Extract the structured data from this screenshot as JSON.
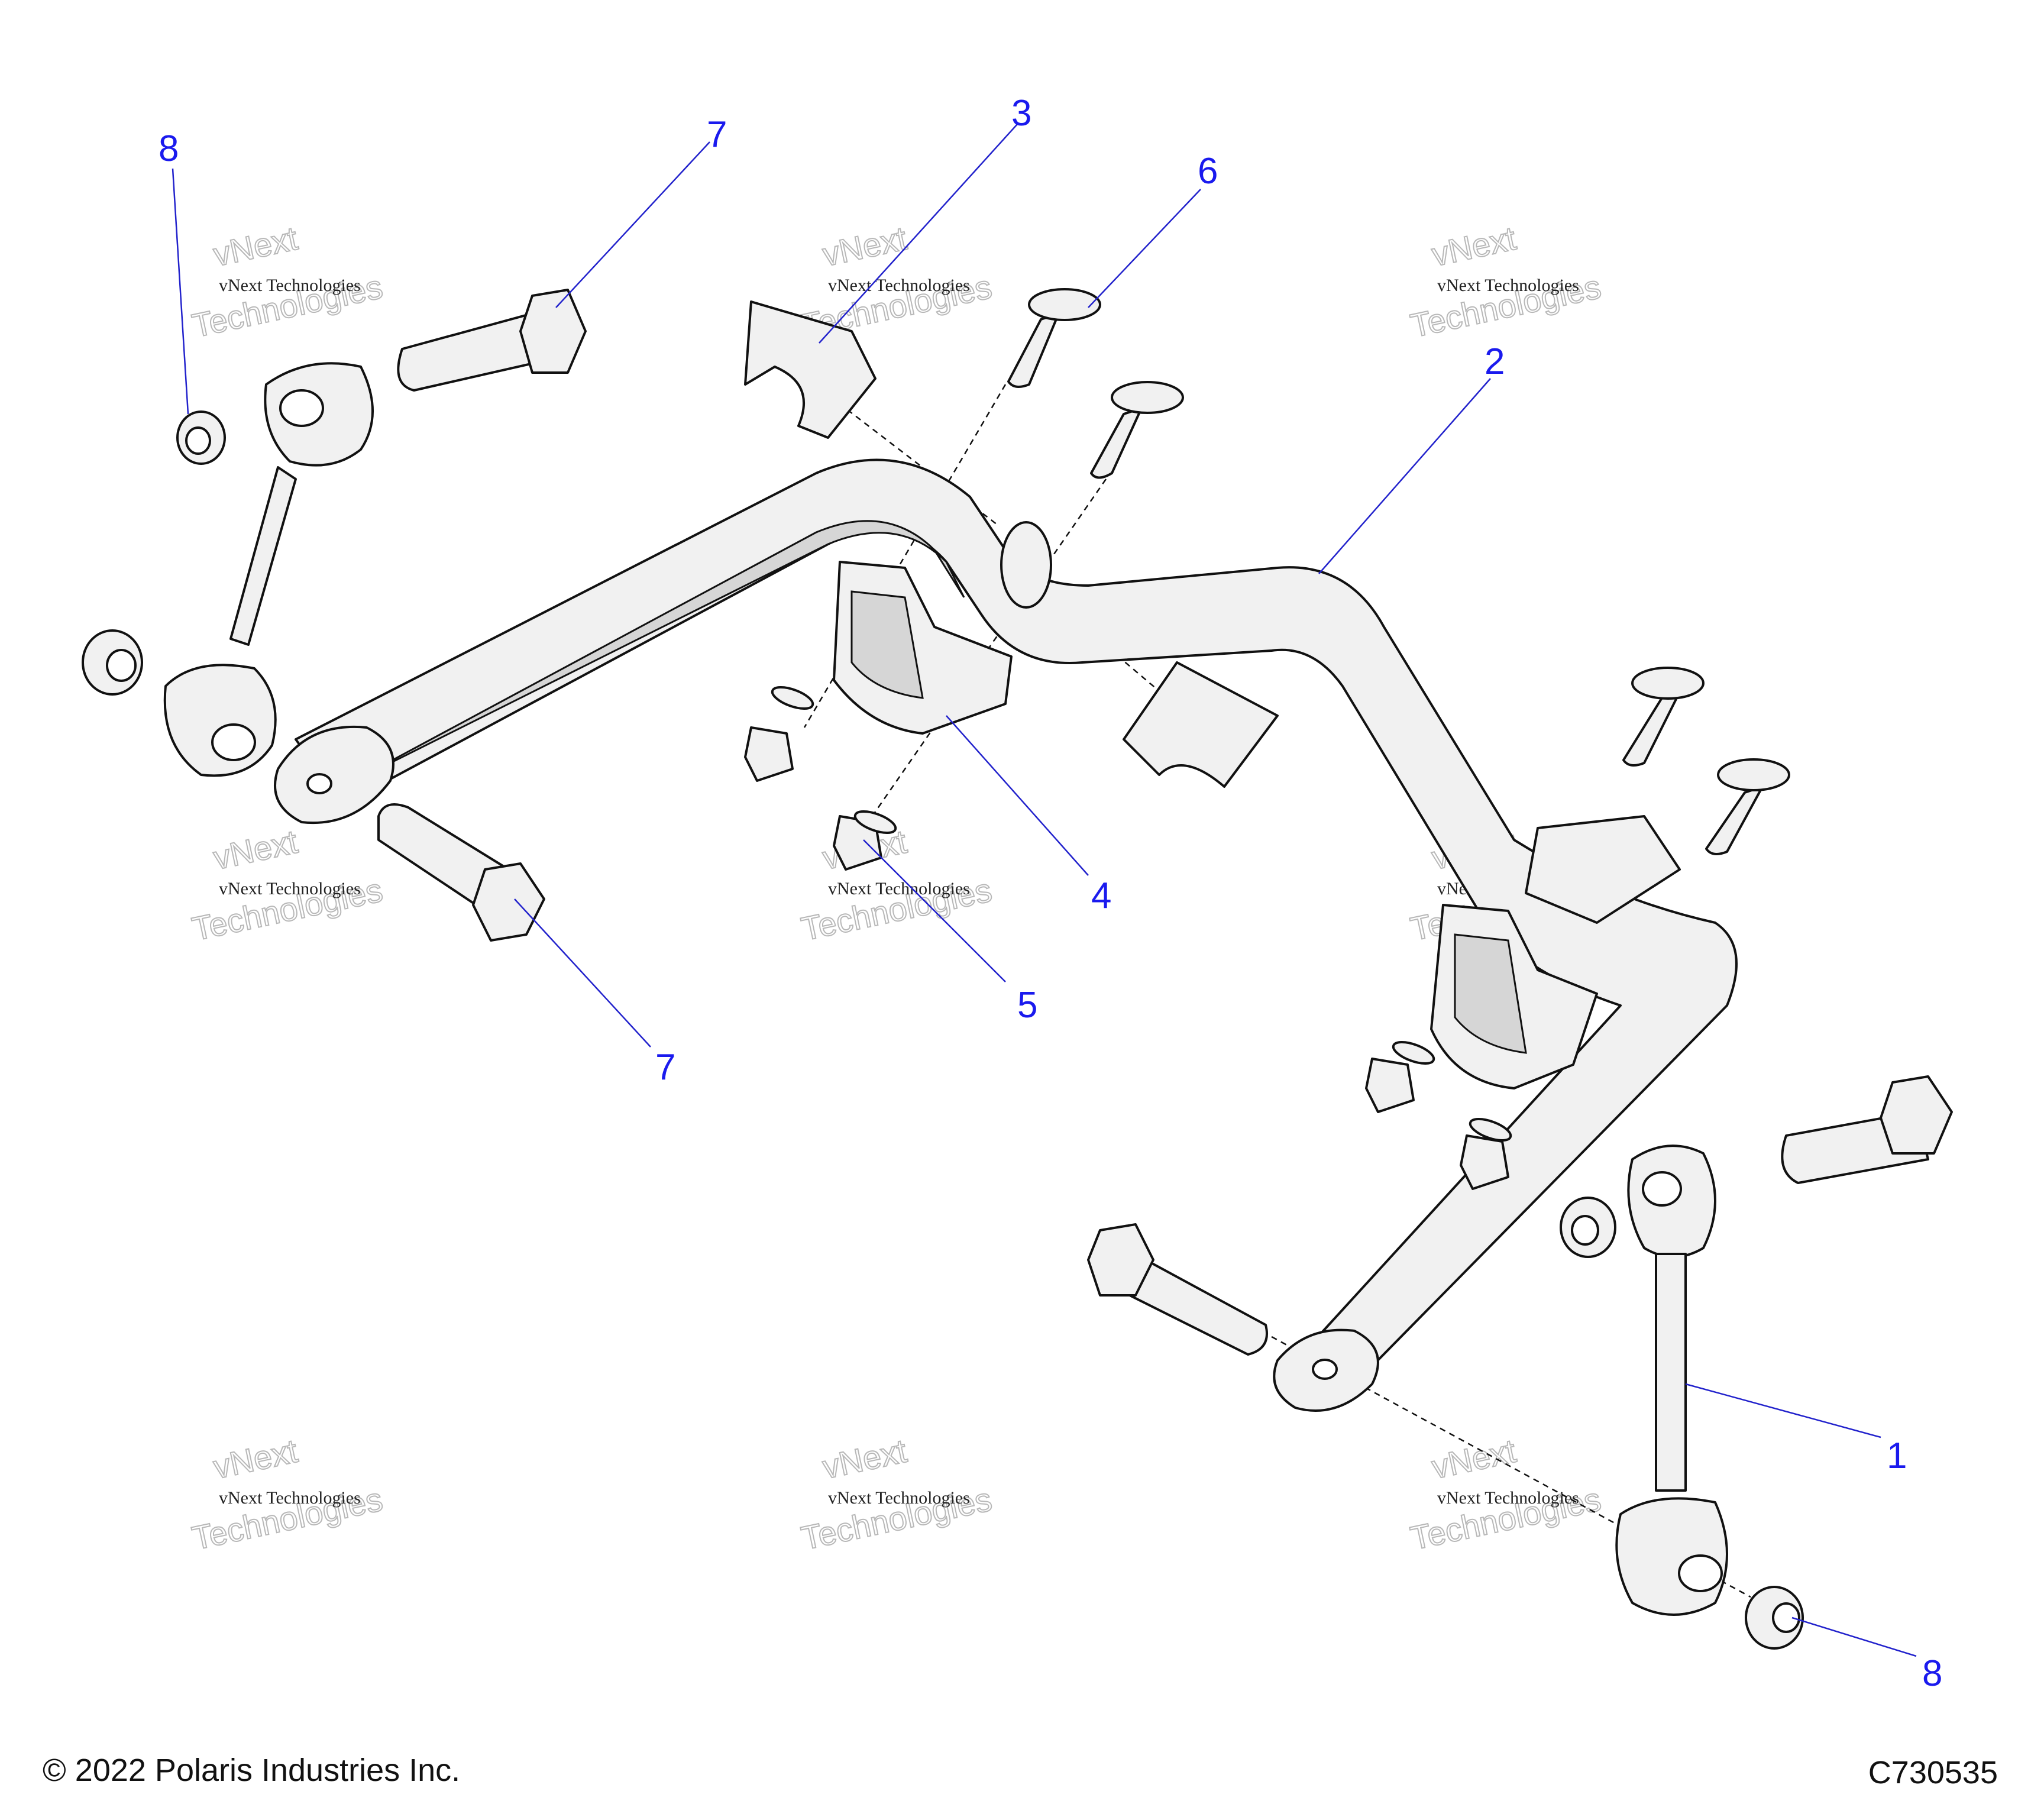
{
  "diagram": {
    "callouts": [
      "8",
      "7",
      "3",
      "6",
      "2",
      "4",
      "5",
      "7",
      "1",
      "8"
    ],
    "watermark": {
      "line1": "vNext Technologies",
      "line2": "vNext",
      "line3": "Technologies"
    }
  },
  "footer": {
    "copyright": "© 2022 Polaris Industries Inc.",
    "figure_id": "C730535"
  }
}
